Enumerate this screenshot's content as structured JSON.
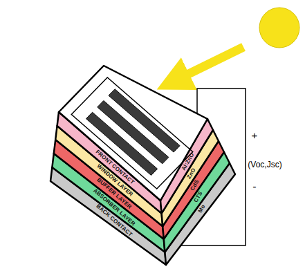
{
  "diagram": {
    "nodes": [
      {
        "text": [
          "FRONT CONTACT",
          "Al:ZnO"
        ]
      },
      {
        "text": [
          "WINDOW LAYER",
          "ZnO"
        ]
      },
      {
        "text": [
          "BUFFER LAYER",
          "CdS"
        ]
      },
      {
        "text": [
          "ABSORBER LAYER",
          "CTS"
        ]
      },
      {
        "text": [
          "BACK CONTACT",
          "Mo"
        ]
      }
    ],
    "labels": [
      "+",
      "(Voc,Jsc)",
      "-"
    ]
  }
}
